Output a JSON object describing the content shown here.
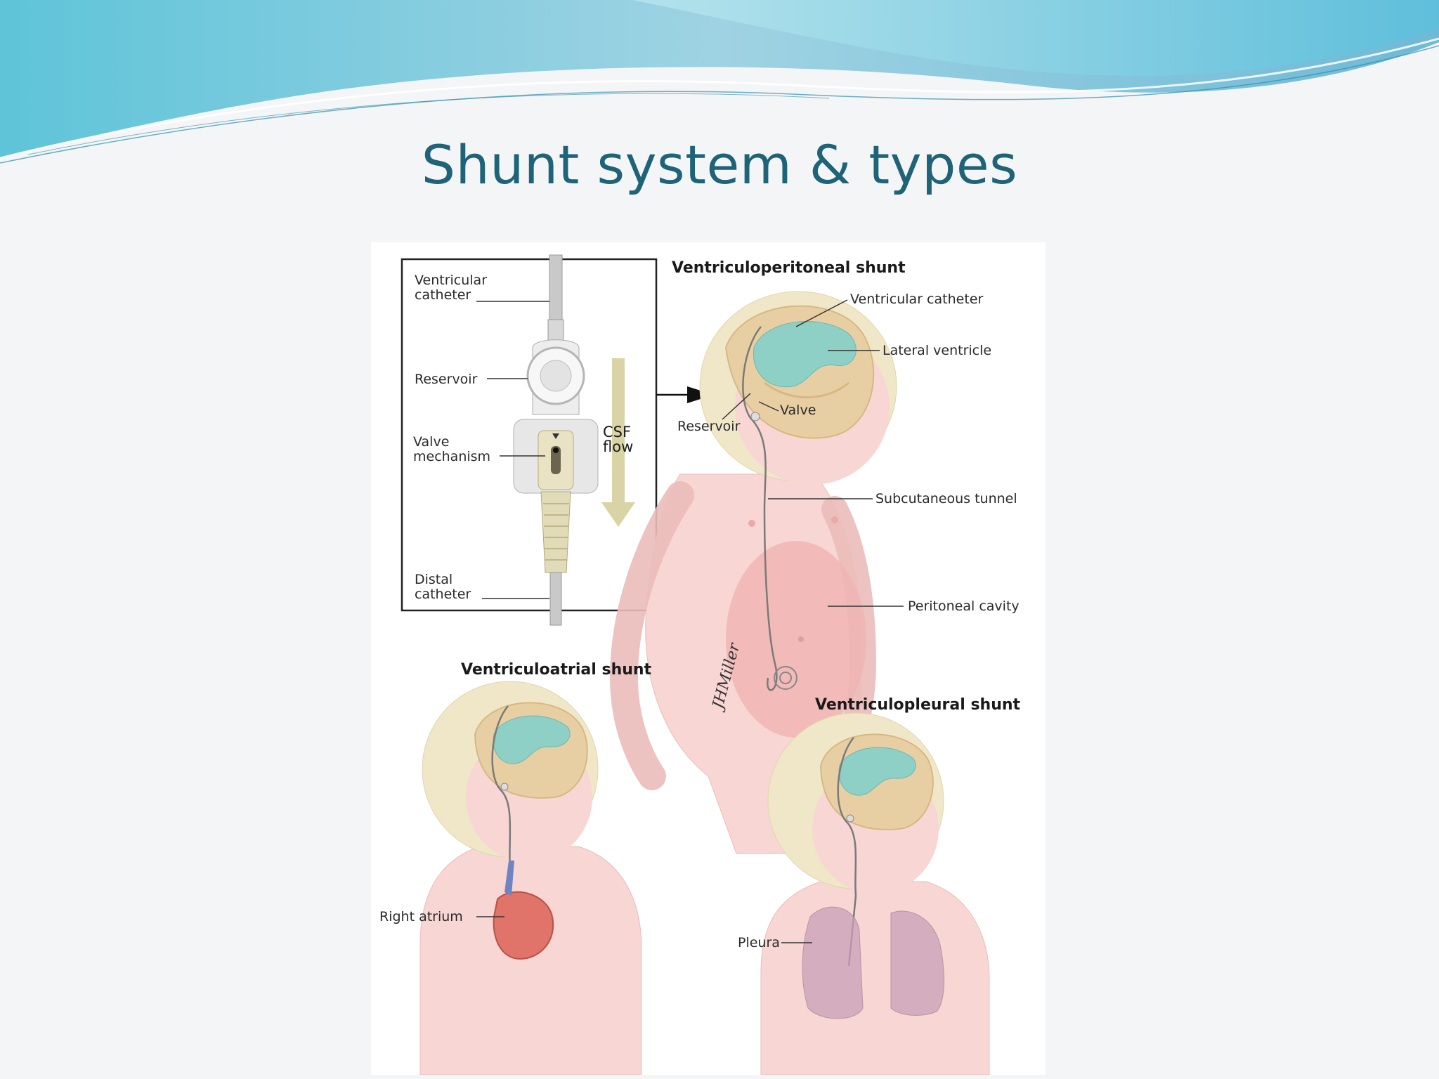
{
  "slide": {
    "title": "Shunt system & types"
  },
  "colors": {
    "title": "#1f6378",
    "wave_light": "#a8dce6",
    "wave_mid": "#7cc6d8",
    "wave_dark": "#4aaec7",
    "brain_tissue": "#e8cfa3",
    "ventricle": "#8ecfc6",
    "skin": "#f7d6d3",
    "hair": "#efe7c8",
    "peritoneum": "#f0b4b4",
    "heart": "#e0736a",
    "lung": "#c9a0b8"
  },
  "figure": {
    "inset": {
      "labels": {
        "ventricular_catheter_1": "Ventricular",
        "ventricular_catheter_2": "catheter",
        "reservoir": "Reservoir",
        "valve_1": "Valve",
        "valve_2": "mechanism",
        "distal_1": "Distal",
        "distal_2": "catheter",
        "csf_1": "CSF",
        "csf_2": "flow"
      }
    },
    "vp_shunt": {
      "heading": "Ventriculoperitoneal shunt",
      "labels": {
        "ventricular_catheter": "Ventricular catheter",
        "lateral_ventricle": "Lateral ventricle",
        "valve": "Valve",
        "reservoir": "Reservoir",
        "subcutaneous_tunnel": "Subcutaneous tunnel",
        "peritoneal_cavity": "Peritoneal cavity"
      }
    },
    "va_shunt": {
      "heading": "Ventriculoatrial shunt",
      "labels": {
        "right_atrium": "Right atrium"
      }
    },
    "vpl_shunt": {
      "heading": "Ventriculopleural shunt",
      "labels": {
        "pleura": "Pleura"
      }
    },
    "signature": "JHMiller"
  }
}
